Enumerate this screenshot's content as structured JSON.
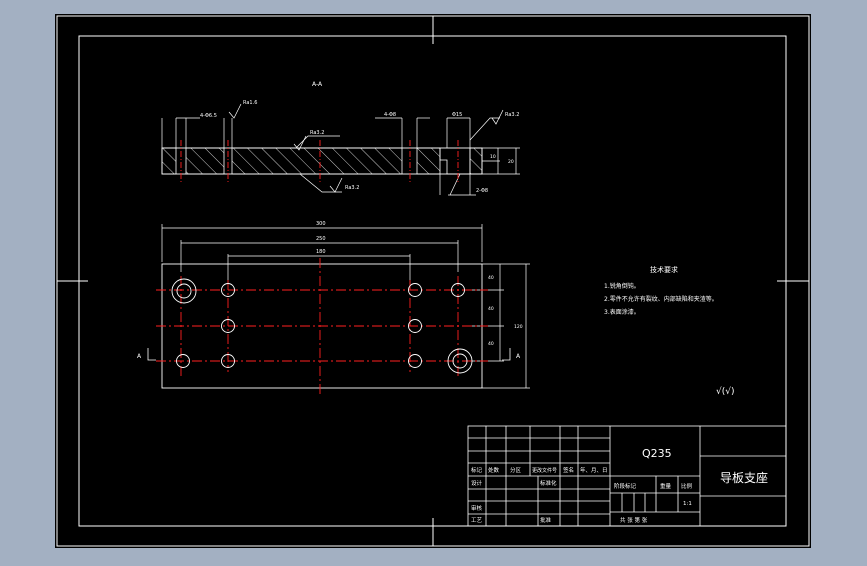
{
  "colors": {
    "frame_bg": "#a3b0c2",
    "sheet": "#000000",
    "line": "#ffffff",
    "center": "#ff2020",
    "text": "#ffffff"
  },
  "section_view": {
    "label": "A-A",
    "callouts": [
      "4-Φ6.5",
      "Ra1.6",
      "Ra3.2",
      "Ra3.2",
      "4-Φ8",
      "Φ15",
      "Ra3.2",
      "2-Φ8"
    ],
    "right_dims": [
      "10",
      "20"
    ]
  },
  "plan_view": {
    "dims_top": [
      "300",
      "250",
      "180"
    ],
    "dims_right": [
      "40",
      "40",
      "40",
      "120"
    ],
    "section_mark": "A"
  },
  "tech_requirements": {
    "title": "技术要求",
    "items": [
      "1.锐角倒钝。",
      "2.零件不允许有裂纹、内部缺陷和夹渣等。",
      "3.表面涂漆。"
    ]
  },
  "roughness_note": "√(√)",
  "title_block": {
    "material": "Q235",
    "part_name": "导板支座",
    "revision_headers": [
      "标记",
      "处数",
      "分区",
      "更改文件号",
      "签名",
      "年、月、日"
    ],
    "sign_labels": [
      "设计",
      "标准化",
      "审核",
      "工艺",
      "批准"
    ],
    "stage_headers": [
      "阶段标记",
      "重量",
      "比例"
    ],
    "scale": "1:1",
    "sheet_info": "共  张  第  张"
  }
}
